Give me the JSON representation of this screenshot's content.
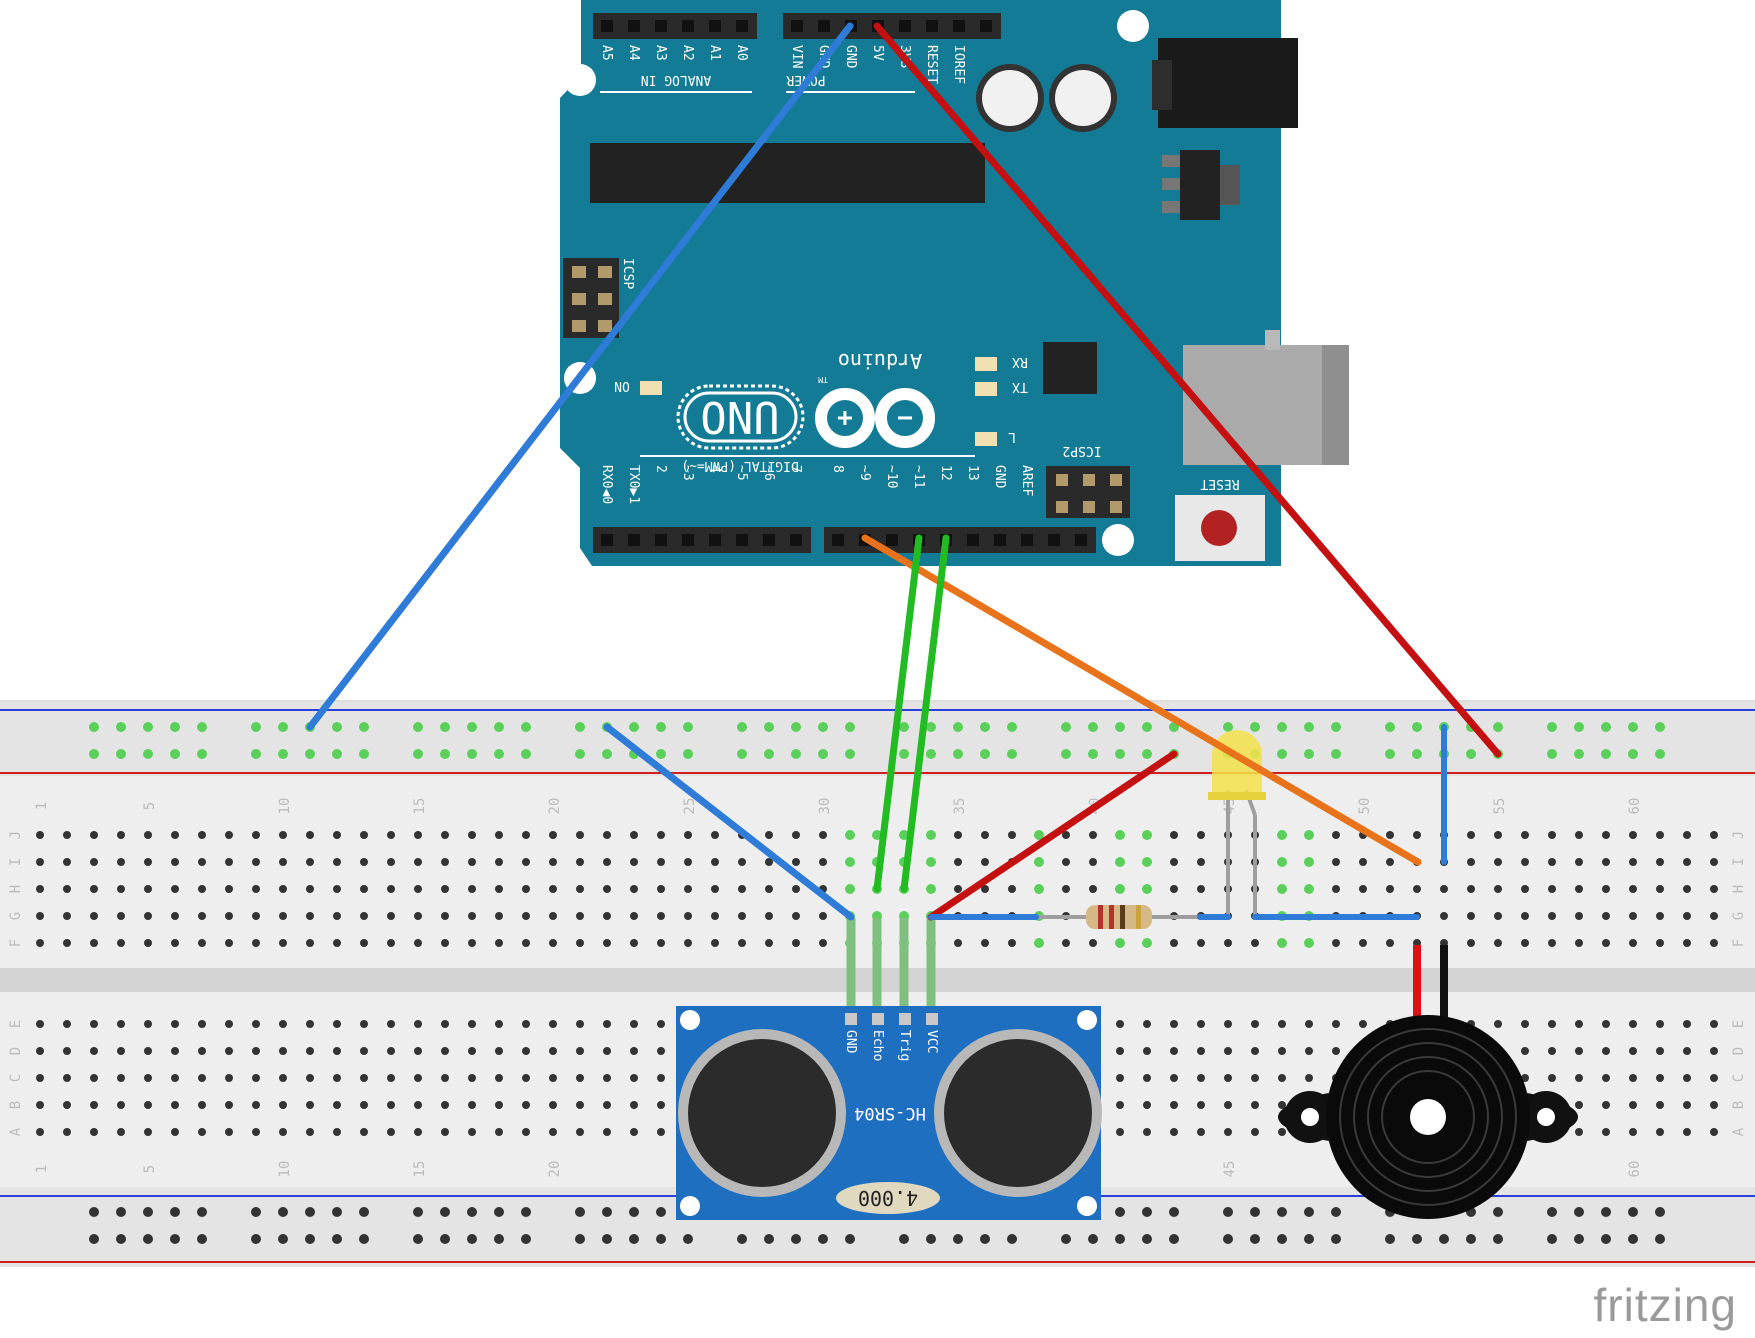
{
  "arduino": {
    "analog_pins": [
      "A5",
      "A4",
      "A3",
      "A2",
      "A1",
      "A0"
    ],
    "analog_label": "ANALOG IN",
    "power_pins": [
      "VIN",
      "GND",
      "GND",
      "5V",
      "3V3",
      "RESET",
      "IOREF"
    ],
    "power_label": "POWER",
    "icsp_label": "ICSP",
    "icsp2_label": "ICSP2",
    "on_label": "ON",
    "rx_label": "RX",
    "tx_label": "TX",
    "l_label": "L",
    "logo_text": "UNO",
    "brand": "Arduino",
    "tm": "TM",
    "digital_label": "DIGITAL (PWM=~)",
    "digital_pins_left": [
      "RX0◀0",
      "TX0▶1",
      "2",
      "~3",
      "4",
      "~5",
      "~6",
      "7"
    ],
    "digital_pins_right": [
      "8",
      "~9",
      "~10",
      "~11",
      "12",
      "13",
      "GND",
      "AREF"
    ],
    "reset_label": "RESET"
  },
  "breadboard": {
    "col_numbers": [
      "1",
      "5",
      "10",
      "15",
      "20",
      "25",
      "30",
      "35",
      "40",
      "45",
      "50",
      "55",
      "60"
    ],
    "row_letters_top": [
      "J",
      "I",
      "H",
      "G",
      "F"
    ],
    "row_letters_bottom": [
      "E",
      "D",
      "C",
      "B",
      "A"
    ]
  },
  "sensor": {
    "model": "HC-SR04",
    "pins": [
      "GND",
      "Echo",
      "Trig",
      "VCC"
    ],
    "crystal": "4.000"
  },
  "wires": [
    {
      "name": "gnd-wire",
      "color": "#2f7bd8"
    },
    {
      "name": "5v-wire",
      "color": "#cc1111"
    },
    {
      "name": "pin9-wire",
      "color": "#e8731a"
    },
    {
      "name": "trig-wire",
      "color": "#22bb22"
    },
    {
      "name": "echo-wire",
      "color": "#22bb22"
    }
  ],
  "footer": {
    "brand": "fritzing"
  }
}
